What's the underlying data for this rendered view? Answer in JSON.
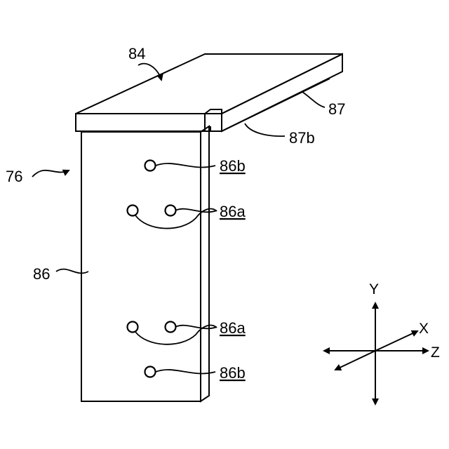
{
  "labels": {
    "cover_ref": "84",
    "groove_ref": "87",
    "groove_edge_ref": "87b",
    "unit_ref": "76",
    "plate_ref": "86",
    "upper_hole_ref": "86b",
    "upper_pair_ref": "86a",
    "lower_pair_ref": "86a",
    "lower_hole_ref": "86b"
  },
  "axes": {
    "y": "Y",
    "x": "X",
    "z": "Z"
  },
  "colors": {
    "line": "#000000",
    "background": "#ffffff",
    "stipple": "#000000"
  },
  "icons": {
    "stipple_fill": "dot-pattern"
  }
}
